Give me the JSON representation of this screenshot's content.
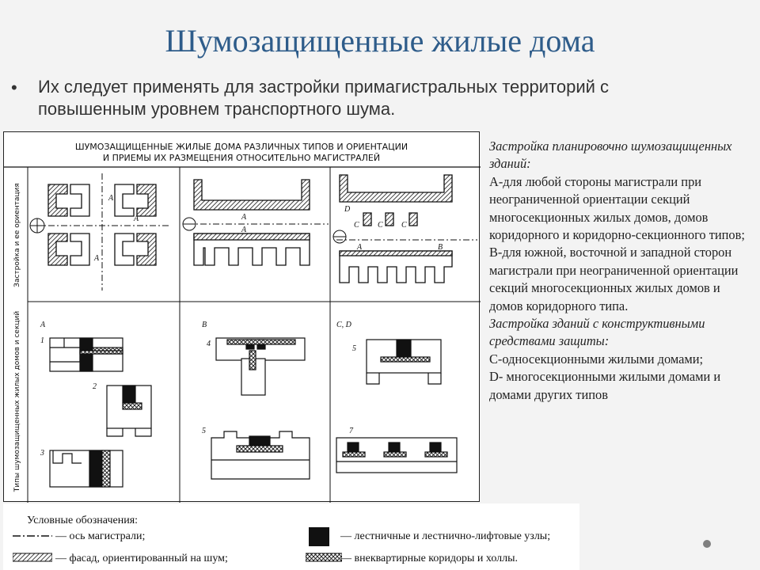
{
  "slide": {
    "title": "Шумозащищенные жилые дома",
    "bullet": "Их следует применять для застройки примагистральных территорий с повышенным уровнем транспортного шума."
  },
  "figure": {
    "header_line1": "ШУМОЗАЩИЩЕННЫЕ ЖИЛЫЕ ДОМА РАЗЛИЧНЫХ ТИПОВ И ОРИЕНТАЦИИ",
    "header_line2": "И ПРИЕМЫ ИХ РАЗМЕЩЕНИЯ ОТНОСИТЕЛЬНО МАГИСТРАЛЕЙ",
    "row1_label": "Застройка и ее ориентация",
    "row2_label": "Типы шумозащищенных жилых домов и секций",
    "labels": {
      "a": "А",
      "b": "В",
      "c": "С",
      "d": "D",
      "cd": "C, D",
      "n1": "1",
      "n2": "2",
      "n3": "3",
      "n4": "4",
      "n5": "5",
      "n7": "7"
    }
  },
  "legend": {
    "title": "Условные обозначения:",
    "items": [
      "— ось магистрали;",
      "— фасад, ориентированный на шум;",
      "— лестничные и лестнично-лифтовые узлы;",
      "— внеквартирные коридоры и холлы."
    ]
  },
  "side_text": {
    "p1": "Застройка планировочно шумозащищенных зданий:",
    "p2": "А-для любой стороны магистрали при неограниченной ориентации секций многосекционных жилых домов, домов коридорного и коридорно-секционного типов;",
    "p3": "В-для южной, восточной и западной сторон магистрали при неограниченной ориентации секций многосекционных жилых домов и домов коридорного типа.",
    "p4": "Застройка зданий с конструктивными средствами защиты:",
    "p5": "С-односекционными жилыми домами;",
    "p6": "D- многосекционными жилыми домами и домами других типов"
  }
}
